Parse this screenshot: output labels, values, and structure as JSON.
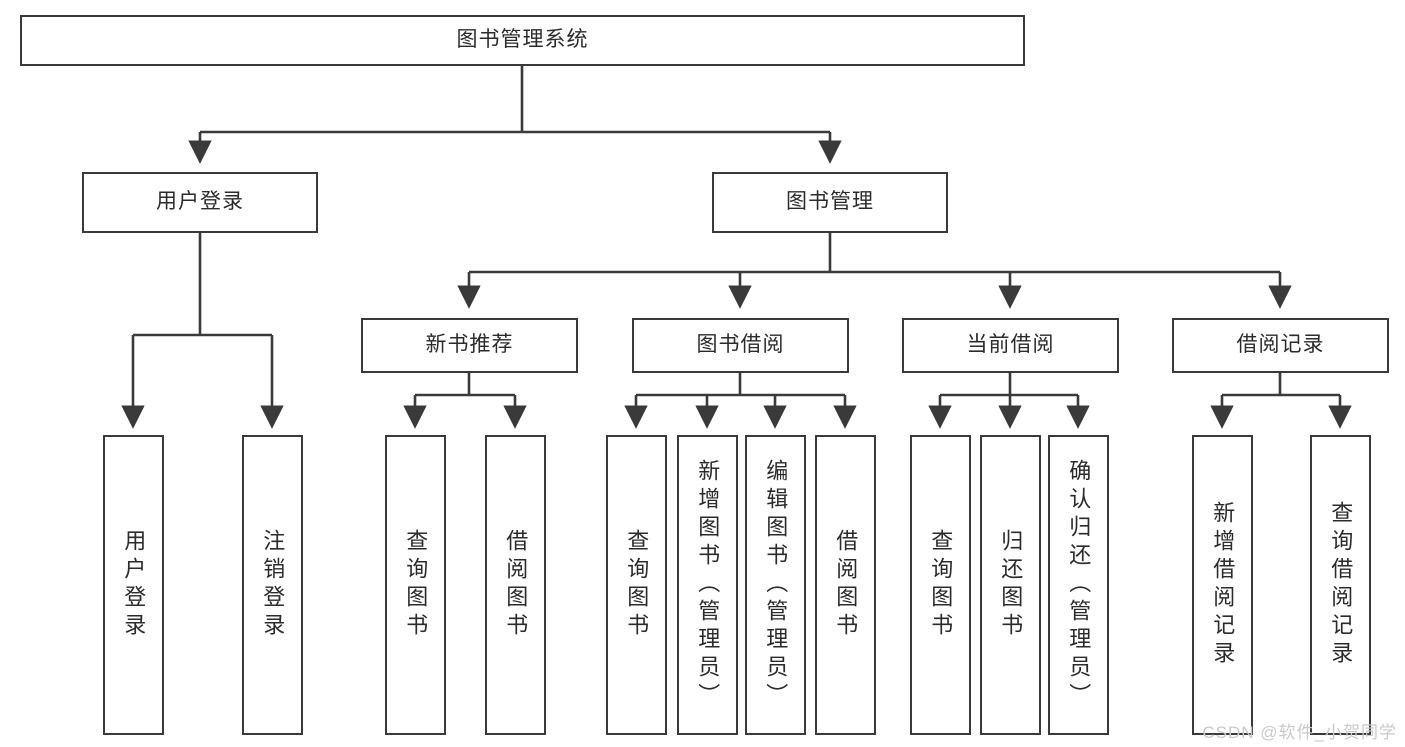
{
  "diagram": {
    "type": "tree",
    "title": "图书管理系统",
    "colors": {
      "box_border": "#3a3a3a",
      "connector": "#3a3a3a",
      "text": "#2b2b2b",
      "background": "#ffffff",
      "watermark": "#c9c9c9"
    },
    "nodes": {
      "root": {
        "label": "图书管理系统"
      },
      "level1": [
        {
          "label": "用户登录"
        },
        {
          "label": "图书管理"
        }
      ],
      "level2": [
        {
          "label": "新书推荐"
        },
        {
          "label": "图书借阅"
        },
        {
          "label": "当前借阅"
        },
        {
          "label": "借阅记录"
        }
      ],
      "leaves_user_login": [
        {
          "label": "用户登录"
        },
        {
          "label": "注销登录"
        }
      ],
      "leaves_new_book": [
        {
          "label": "查询图书"
        },
        {
          "label": "借阅图书"
        }
      ],
      "leaves_borrow": [
        {
          "label": "查询图书"
        },
        {
          "label": "新增图书（管理员）"
        },
        {
          "label": "编辑图书（管理员）"
        },
        {
          "label": "借阅图书"
        }
      ],
      "leaves_current": [
        {
          "label": "查询图书"
        },
        {
          "label": "归还图书"
        },
        {
          "label": "确认归还（管理员）"
        }
      ],
      "leaves_records": [
        {
          "label": "新增借阅记录"
        },
        {
          "label": "查询借阅记录"
        }
      ]
    },
    "watermark": "CSDN @软件_小贺同学"
  }
}
